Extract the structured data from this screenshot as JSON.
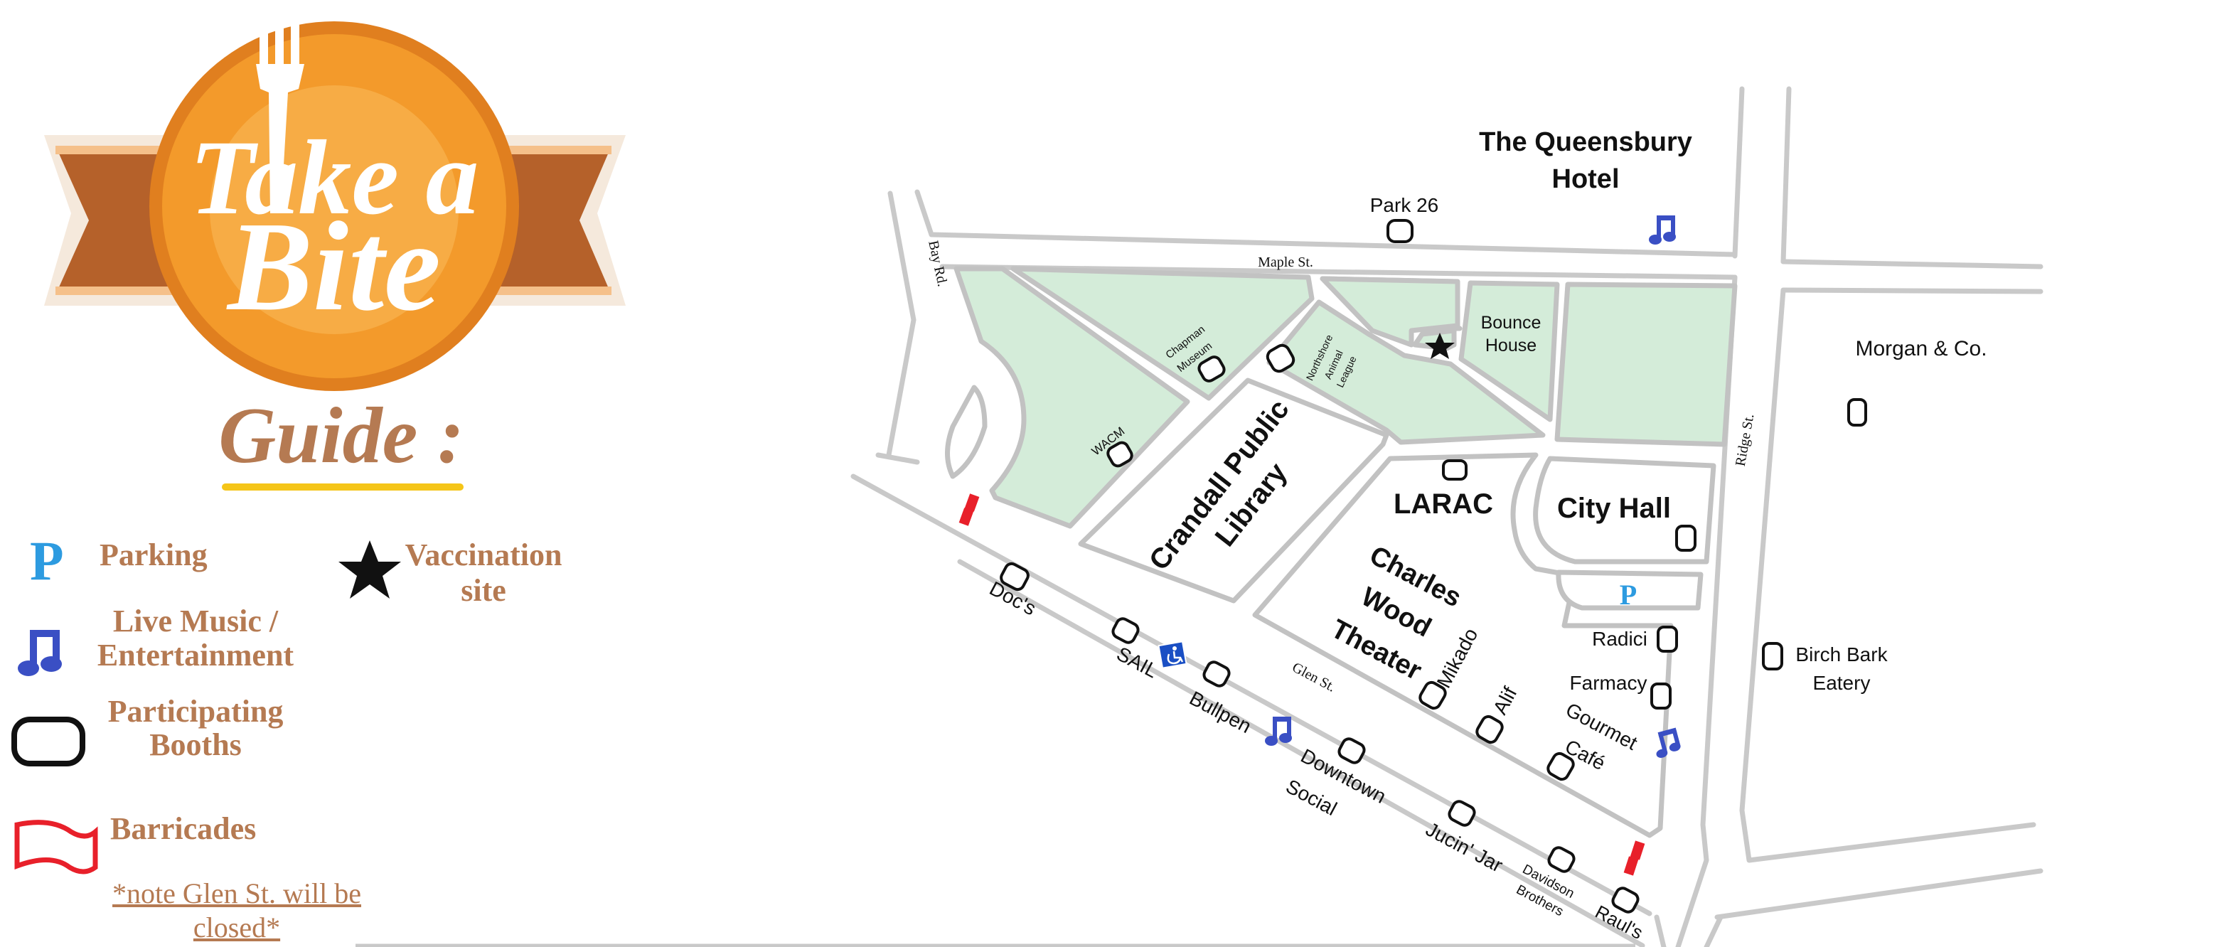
{
  "logo": {
    "line1": "Take a",
    "line2": "Bite",
    "guide": "Guide :"
  },
  "legend": {
    "parking": "Parking",
    "vaccination": "Vaccination site",
    "vaccination_l1": "Vaccination",
    "vaccination_l2": "site",
    "music_l1": "Live Music /",
    "music_l2": "Entertainment",
    "booths_l1": "Participating",
    "booths_l2": "Booths",
    "barricades": "Barricades",
    "note_l1": "*note Glen St. will be",
    "note_l2": "closed*",
    "parking_symbol": "P"
  },
  "streets": {
    "maple": "Maple St.",
    "bay": "Bay Rd.",
    "ridge": "Ridge St.",
    "glen": "Glen St."
  },
  "places": {
    "queensbury_l1": "The Queensbury",
    "queensbury_l2": "Hotel",
    "park26": "Park 26",
    "bounce_l1": "Bounce",
    "bounce_l2": "House",
    "morgan": "Morgan & Co.",
    "chapman_l1": "Chapman",
    "chapman_l2": "Museum",
    "northshore_l1": "Northshore",
    "northshore_l2": "Animal",
    "northshore_l3": "League",
    "wacm": "WACM",
    "library_l1": "Crandall Public",
    "library_l2": "Library",
    "larac": "LARAC",
    "cityhall": "City Hall",
    "theater_l1": "Charles",
    "theater_l2": "Wood",
    "theater_l3": "Theater",
    "mikado": "Mikado",
    "alif": "Alif",
    "gourmet_l1": "Gourmet",
    "gourmet_l2": "Café",
    "radici": "Radici",
    "farmacy": "Farmacy",
    "birchbark_l1": "Birch Bark",
    "birchbark_l2": "Eatery",
    "docs": "Doc's",
    "sail": "SAIL",
    "bullpen": "Bullpen",
    "downtown_l1": "Downtown",
    "downtown_l2": "Social",
    "jucin": "Jucin' Jar",
    "davidson_l1": "Davidson",
    "davidson_l2": "Brothers",
    "rauls": "Raul's",
    "parking_symbol": "P"
  },
  "colors": {
    "orange": "#f39a2b",
    "brown_ribbon": "#b5612a",
    "legend_text": "#b57a52",
    "green_block": "#d4ecd9",
    "road_edge": "#c9c9c9",
    "parking_blue": "#2d9be0",
    "music_blue": "#3a4fc4",
    "barricade_red": "#e8202a",
    "guide_underline": "#f5c518"
  }
}
